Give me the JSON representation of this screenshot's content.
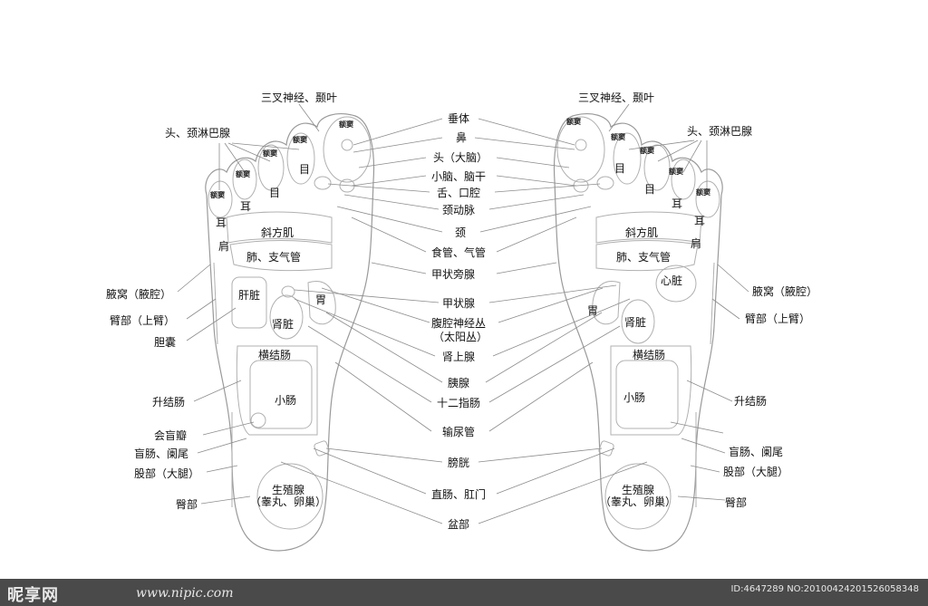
{
  "left_foot": {
    "zones": {
      "eshou1": "额窦",
      "eshou2": "额窦",
      "eshou3": "额窦",
      "eshou4": "额窦",
      "eshou5": "额窦",
      "eye1": "目",
      "eye2": "目",
      "ear1": "耳",
      "ear2": "耳",
      "shoulder": "肩",
      "trapezius": "斜方肌",
      "lung": "肺、支气管",
      "liver": "肝脏",
      "stomach": "胃",
      "kidney": "肾脏",
      "transverse_colon": "横结肠",
      "small_intestine": "小肠",
      "genital_1": "生殖腺",
      "genital_2": "（睾丸、卵巢）"
    },
    "side_labels": {
      "trigeminal": "三叉神经、颞叶",
      "head_lymph": "头、颈淋巴腺",
      "armpit": "腋窝（腋腔）",
      "upper_arm": "臂部（上臂）",
      "gallbladder": "胆囊",
      "ascending_colon": "升结肠",
      "ileocecal": "会盲瓣",
      "cecum": "盲肠、阑尾",
      "thigh": "股部（大腿）",
      "buttock": "臀部"
    }
  },
  "center_labels": {
    "pituitary": "垂体",
    "nose": "鼻",
    "brain": "头（大脑）",
    "cerebellum": "小脑、脑干",
    "tongue": "舌、口腔",
    "carotid": "颈动脉",
    "neck": "颈",
    "esophagus": "食管、气管",
    "parathyroid": "甲状旁腺",
    "thyroid": "甲状腺",
    "celiac_1": "腹腔神经丛",
    "celiac_2": "（太阳丛）",
    "adrenal": "肾上腺",
    "pancreas": "胰腺",
    "duodenum": "十二指肠",
    "ureter": "输尿管",
    "bladder": "膀胱",
    "rectum": "直肠、肛门",
    "pelvis": "盆部"
  },
  "right_foot": {
    "zones": {
      "eshou1": "额窦",
      "eshou2": "额窦",
      "eshou3": "额窦",
      "eshou4": "额窦",
      "eshou5": "额窦",
      "eye1": "目",
      "eye2": "目",
      "ear1": "耳",
      "ear2": "耳",
      "shoulder": "肩",
      "trapezius": "斜方肌",
      "lung": "肺、支气管",
      "heart": "心脏",
      "stomach": "胃",
      "kidney": "肾脏",
      "transverse_colon": "横结肠",
      "small_intestine": "小肠",
      "genital_1": "生殖腺",
      "genital_2": "（睾丸、卵巢）"
    },
    "side_labels": {
      "trigeminal": "三叉神经、颞叶",
      "head_lymph": "头、颈淋巴腺",
      "armpit": "腋窝（腋腔）",
      "upper_arm": "臂部（上臂）",
      "descending_colon": "升结肠",
      "cecum": "盲肠、阑尾",
      "thigh": "股部（大腿）",
      "buttock": "臀部"
    }
  },
  "watermark": {
    "brand": "昵享网",
    "url": "www.nipic.com",
    "id": "ID:4647289 NO:20100424201526058348"
  }
}
